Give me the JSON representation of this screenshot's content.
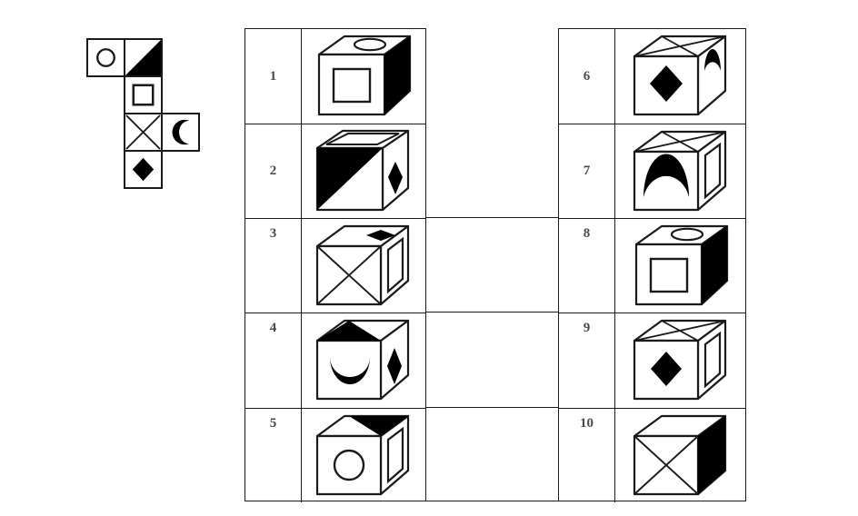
{
  "net": {
    "title": "cube-net",
    "cells": [
      {
        "name": "net-cell-circle",
        "row": 0,
        "col": 0,
        "face": "circle"
      },
      {
        "name": "net-cell-triangle",
        "row": 0,
        "col": 1,
        "face": "triangle-black"
      },
      {
        "name": "net-cell-square",
        "row": 1,
        "col": 1,
        "face": "square"
      },
      {
        "name": "net-cell-cross",
        "row": 2,
        "col": 1,
        "face": "cross-x"
      },
      {
        "name": "net-cell-crescent",
        "row": 2,
        "col": 2,
        "face": "crescent"
      },
      {
        "name": "net-cell-diamond",
        "row": 3,
        "col": 1,
        "face": "diamond-black"
      }
    ]
  },
  "left_table": {
    "rows": [
      {
        "number": "1",
        "num_align": "mid",
        "cube": "cube-1",
        "front": "square",
        "top": "ellipse",
        "right": "black"
      },
      {
        "number": "2",
        "num_align": "mid",
        "cube": "cube-2",
        "front": "triangle-black-lower-left",
        "top": "square-outline",
        "right": "diamond-black"
      },
      {
        "number": "3",
        "num_align": "top",
        "cube": "cube-3",
        "front": "cross-x",
        "top": "diamond-black",
        "right": "rectangle-outline"
      },
      {
        "number": "4",
        "num_align": "top",
        "cube": "cube-4",
        "front": "crescent-black",
        "top": "triangle-black",
        "right": "diamond-black"
      },
      {
        "number": "5",
        "num_align": "top",
        "cube": "cube-5",
        "front": "circle-outline",
        "top": "triangle-black-right",
        "right": "rectangle-outline"
      }
    ]
  },
  "right_table": {
    "rows": [
      {
        "number": "6",
        "num_align": "mid",
        "cube": "cube-6",
        "front": "diamond-black",
        "top": "cross-x",
        "right": "crescent-small-black"
      },
      {
        "number": "7",
        "num_align": "mid",
        "cube": "cube-7",
        "front": "crescent-inverted-black",
        "top": "cross-x",
        "right": "rectangle-outline"
      },
      {
        "number": "8",
        "num_align": "top",
        "cube": "cube-8",
        "front": "square",
        "top": "ellipse",
        "right": "black"
      },
      {
        "number": "9",
        "num_align": "top",
        "cube": "cube-9",
        "front": "diamond-black",
        "top": "cross-x",
        "right": "rectangle-outline"
      },
      {
        "number": "10",
        "num_align": "top",
        "cube": "cube-10",
        "front": "cross-x",
        "top": "plain",
        "right": "black"
      }
    ]
  },
  "colors": {
    "ink": "#1a1a1a",
    "number": "#4a4a4a",
    "fill": "#000000",
    "paper": "#ffffff"
  }
}
